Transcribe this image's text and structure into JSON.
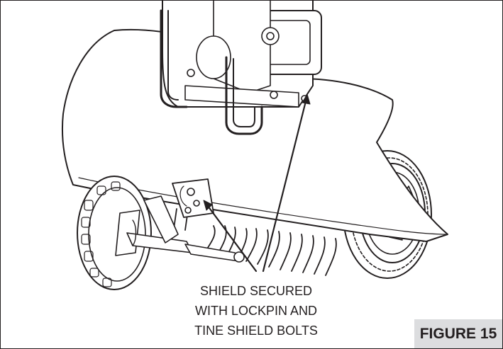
{
  "callout": {
    "line1": "SHIELD SECURED",
    "line2": "WITH LOCKPIN AND",
    "line3": "TINE SHIELD BOLTS"
  },
  "figure_label": "FIGURE 15",
  "colors": {
    "ink": "#231f20",
    "label_background": "#dcdddf",
    "paper": "#ffffff"
  }
}
